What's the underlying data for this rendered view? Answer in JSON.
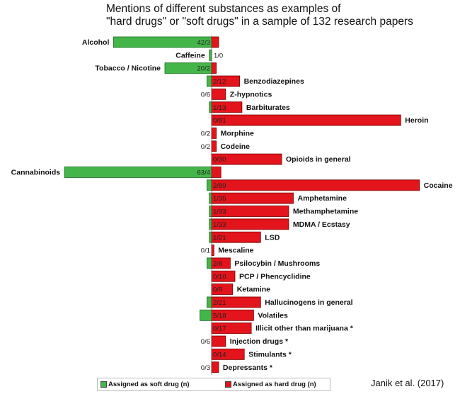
{
  "chart_data": {
    "type": "bar",
    "orientation": "horizontal-diverging",
    "title_lines": [
      "Mentions of different substances as examples of",
      "\"hard drugs\" or \"soft drugs\" in a sample of 132 research papers"
    ],
    "categories": [
      "Alcohol",
      "Caffeine",
      "Tobacco / Nicotine",
      "Benzodiazepines",
      "Z-hypnotics",
      "Barbiturates",
      "Heroin",
      "Morphine",
      "Codeine",
      "Opioids in general",
      "Cannabinoids",
      "Cocaine",
      "Amphetamine",
      "Methamphetamine",
      "MDMA / Ecstasy",
      "LSD",
      "Mescaline",
      "Psilocybin / Mushrooms",
      "PCP / Phencyclidine",
      "Ketamine",
      "Hallucinogens in general",
      "Volatiles",
      "Illicit other than marijuana *",
      "Injection drugs *",
      "Stimulants *",
      "Depressants *"
    ],
    "series": [
      {
        "name": "Assigned as soft drug (n)",
        "color": "#44b649",
        "values": [
          42,
          1,
          20,
          2,
          0,
          1,
          0,
          0,
          0,
          0,
          63,
          2,
          1,
          1,
          1,
          1,
          0,
          2,
          0,
          0,
          2,
          5,
          0,
          0,
          0,
          0
        ]
      },
      {
        "name": "Assigned as hard drug (n)",
        "color": "#e3141b",
        "values": [
          3,
          0,
          2,
          12,
          6,
          13,
          81,
          2,
          2,
          30,
          4,
          89,
          35,
          33,
          33,
          21,
          1,
          8,
          10,
          9,
          21,
          18,
          17,
          6,
          14,
          3
        ]
      }
    ],
    "value_labels": [
      "42/3",
      "1/0",
      "20/2",
      "2/12",
      "0/6",
      "1/13",
      "0/81",
      "0/2",
      "0/2",
      "0/30",
      "63/4",
      "2/89",
      "1/35",
      "1/33",
      "1/33",
      "1/21",
      "0/1",
      "2/8",
      "0/10",
      "0/9",
      "2/21",
      "5/18",
      "0/17",
      "0/6",
      "0/14",
      "0/3"
    ],
    "grid": false,
    "legend_position": "bottom",
    "source": "Janik et al. (2017)"
  }
}
